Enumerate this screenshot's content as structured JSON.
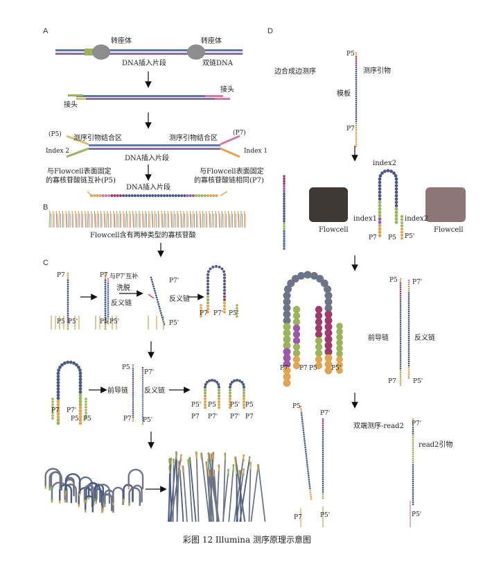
{
  "caption": "彩图 12    Illumina 测序原理示意图",
  "colors": {
    "blue": "#5b78a6",
    "navy": "#4a5a82",
    "olive": "#9bb35a",
    "pink": "#d478a8",
    "magenta": "#a03a6a",
    "orange": "#e0a552",
    "gray": "#6e7488",
    "purple": "#9a5aa8",
    "flowcellDark": "#3f3733",
    "flowcellPink": "#8e7677"
  },
  "panelA": {
    "letter": "A",
    "transposome1": "转座体",
    "transposome2": "转座体",
    "insert": "DNA插入片段",
    "dsDNA": "双链DNA",
    "adapter": "接头",
    "adapterLeft": "接头",
    "p5": "(P5)",
    "p7": "(P7)",
    "primerSiteLeft": "测序引物结合区",
    "primerSiteRight": "测序引物结合区",
    "index2": "Index 2",
    "index1": "Index 1",
    "insert2": "DNA插入片段",
    "compLeft1": "与Flowcell表面固定",
    "compLeft2": "的寡核苷酸链互补(P5)",
    "compRight1": "与Flowcell表面固定",
    "compRight2": "的寡核苷酸链相同(P7)",
    "insert3": "DNA插入片段"
  },
  "panelB": {
    "letter": "B",
    "label": "Flowcell含有两种类型的寡核苷酸"
  },
  "panelC": {
    "letter": "C",
    "p7": "P7",
    "p5": "P5",
    "p5prime": "P5'",
    "p7prime": "P7'",
    "compP7": "与P7'互补",
    "washOff": "洗脱",
    "reverseStrand": "反义链",
    "reverseStrand2": "反义链",
    "leadingStrand": "前导链",
    "reverseStrand3": "反义链"
  },
  "panelD": {
    "letter": "D",
    "sbs": "边合成边测序",
    "primer": "测序引物",
    "template": "模板",
    "p5": "P5",
    "p7": "P7",
    "index2": "index2",
    "index1": "index1",
    "index2b": "index2",
    "flowcell1": "Flowcell",
    "flowcell2": "Flowcell",
    "p5prime": "P5'",
    "p7prime": "P7'",
    "leadingStrand": "前导链",
    "reverseStrand": "反义链",
    "pairedEnd": "双端测序-read2",
    "read2Primer": "read2引物"
  }
}
